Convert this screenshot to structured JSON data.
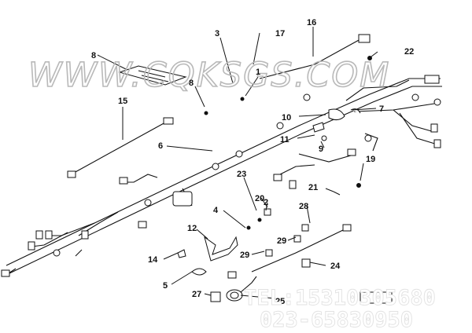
{
  "watermark": "WWW.CQKSGS.COM",
  "contact": {
    "tel": "TEL:15310305680",
    "phone": "023-65830950"
  },
  "callouts": {
    "c1": "1",
    "c2": "2",
    "c3": "3",
    "c4": "4",
    "c5": "5",
    "c6": "6",
    "c7": "7",
    "c8": "8",
    "c8b": "8",
    "c9": "9",
    "c10": "10",
    "c11": "11",
    "c12": "12",
    "c14": "14",
    "c15": "15",
    "c16": "16",
    "c17": "17",
    "c19": "19",
    "c20": "20",
    "c21": "21",
    "c22": "22",
    "c23": "23",
    "c24": "24",
    "c25": "25",
    "c27": "27",
    "c28": "28",
    "c29a": "29",
    "c29b": "29"
  }
}
